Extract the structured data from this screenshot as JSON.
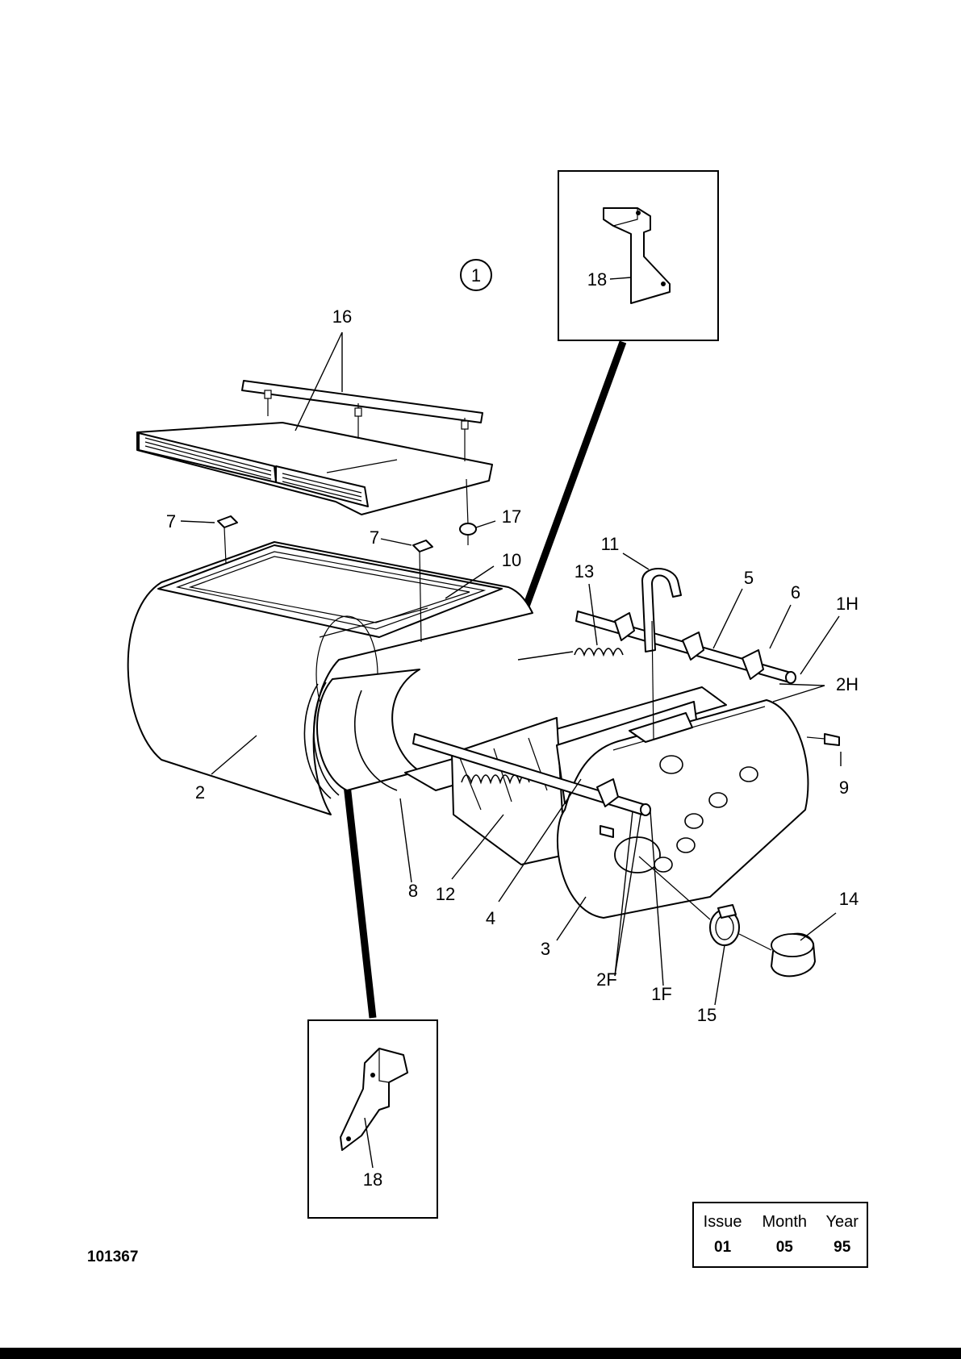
{
  "figure": {
    "circled_label": "1",
    "drawing_number": "101367",
    "callouts": {
      "c1F": "1F",
      "c1H": "1H",
      "c2": "2",
      "c2F": "2F",
      "c2H": "2H",
      "c3": "3",
      "c4": "4",
      "c5": "5",
      "c6": "6",
      "c7a": "7",
      "c7b": "7",
      "c8": "8",
      "c9": "9",
      "c10": "10",
      "c11": "11",
      "c12": "12",
      "c13": "13",
      "c14": "14",
      "c15": "15",
      "c16": "16",
      "c17": "17",
      "c18a": "18",
      "c18b": "18"
    }
  },
  "issue_box": {
    "headers": [
      "Issue",
      "Month",
      "Year"
    ],
    "values": [
      "01",
      "05",
      "95"
    ]
  }
}
